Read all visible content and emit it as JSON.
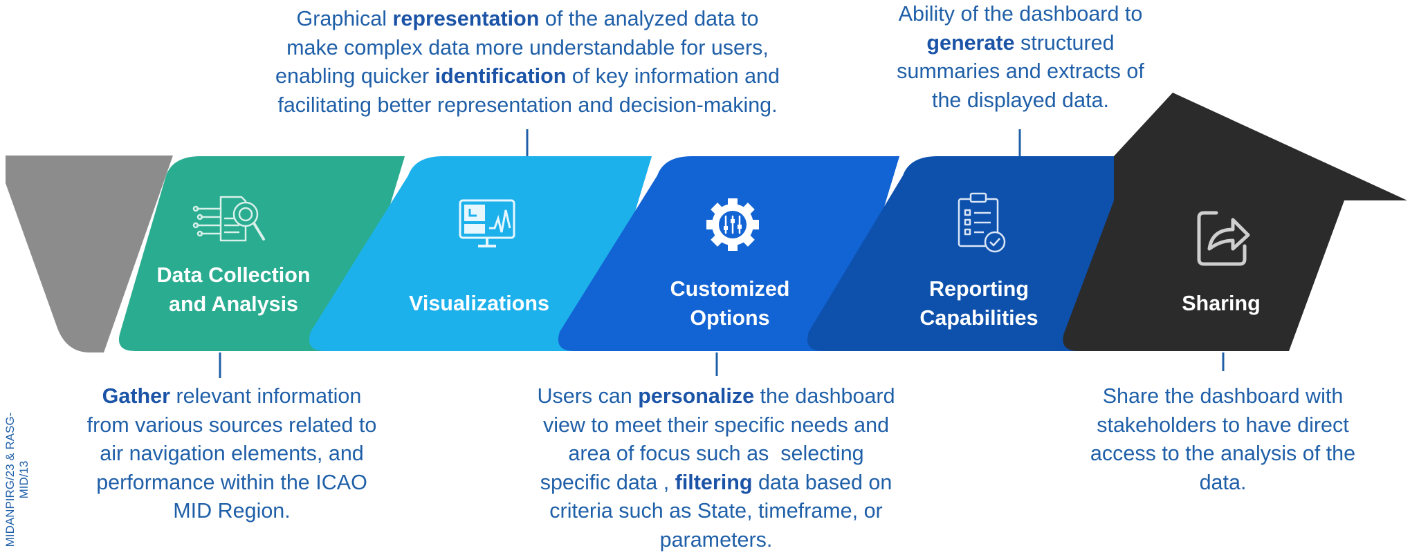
{
  "footer": "MIDANPIRG/23 & RASG-MID/13",
  "stages": [
    {
      "label_lines": [
        "Data Collection",
        "and Analysis"
      ],
      "icon": "data-analysis-icon",
      "color": "#2aac90",
      "description": [
        [
          {
            "b": true,
            "t": "Gather"
          },
          {
            "b": false,
            "t": " relevant information"
          }
        ],
        [
          {
            "b": false,
            "t": "from various sources related to"
          }
        ],
        [
          {
            "b": false,
            "t": "air navigation elements, and"
          }
        ],
        [
          {
            "b": false,
            "t": "performance within the ICAO"
          }
        ],
        [
          {
            "b": false,
            "t": "MID Region."
          }
        ]
      ]
    },
    {
      "label_lines": [
        "Visualizations"
      ],
      "icon": "monitor-chart-icon",
      "color": "#1db1ec",
      "description": [
        [
          {
            "b": false,
            "t": "Graphical "
          },
          {
            "b": true,
            "t": "representation"
          },
          {
            "b": false,
            "t": " of the analyzed data to"
          }
        ],
        [
          {
            "b": false,
            "t": "make complex data more understandable for users,"
          }
        ],
        [
          {
            "b": false,
            "t": "enabling quicker "
          },
          {
            "b": true,
            "t": "identification"
          },
          {
            "b": false,
            "t": " of key information and"
          }
        ],
        [
          {
            "b": false,
            "t": "facilitating better representation and decision-making."
          }
        ]
      ]
    },
    {
      "label_lines": [
        "Customized",
        "Options"
      ],
      "icon": "gear-sliders-icon",
      "color": "#1263d3",
      "description": [
        [
          {
            "b": false,
            "t": "Users can "
          },
          {
            "b": true,
            "t": "personalize"
          },
          {
            "b": false,
            "t": " the dashboard"
          }
        ],
        [
          {
            "b": false,
            "t": "view to meet their specific needs and"
          }
        ],
        [
          {
            "b": false,
            "t": "area of focus such as  selecting"
          }
        ],
        [
          {
            "b": false,
            "t": "specific data , "
          },
          {
            "b": true,
            "t": "filtering"
          },
          {
            "b": false,
            "t": " data based on"
          }
        ],
        [
          {
            "b": false,
            "t": "criteria such as State, timeframe, or"
          }
        ],
        [
          {
            "b": false,
            "t": "parameters."
          }
        ]
      ]
    },
    {
      "label_lines": [
        "Reporting",
        "Capabilities"
      ],
      "icon": "clipboard-report-icon",
      "color": "#0d51ad",
      "description": [
        [
          {
            "b": false,
            "t": "Ability of the dashboard to"
          }
        ],
        [
          {
            "b": true,
            "t": "generate"
          },
          {
            "b": false,
            "t": " structured"
          }
        ],
        [
          {
            "b": false,
            "t": "summaries and extracts of"
          }
        ],
        [
          {
            "b": false,
            "t": "the displayed data."
          }
        ]
      ]
    },
    {
      "label_lines": [
        "Sharing"
      ],
      "icon": "share-icon",
      "color": "#2b2b2b",
      "description": [
        [
          {
            "b": false,
            "t": "Share the dashboard with"
          }
        ],
        [
          {
            "b": false,
            "t": "stakeholders to have direct"
          }
        ],
        [
          {
            "b": false,
            "t": "access to the analysis of the"
          }
        ],
        [
          {
            "b": false,
            "t": "data."
          }
        ]
      ]
    }
  ]
}
